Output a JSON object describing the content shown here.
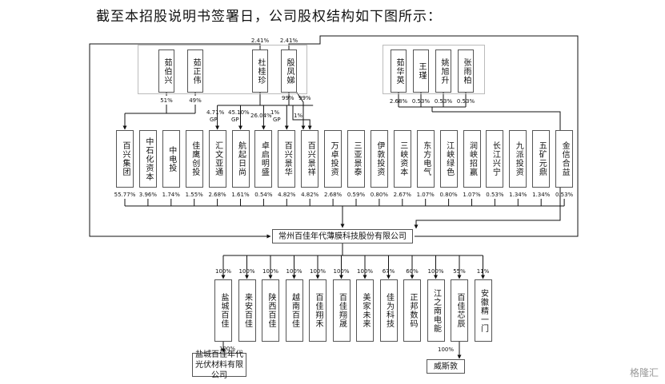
{
  "title": "截至本招股说明书签署日，公司股权结构如下图所示：",
  "watermark": "格隆汇",
  "company": "常州百佳年代薄膜科技股份有限公司",
  "founders": [
    {
      "id": "f1",
      "name": "茹伯兴"
    },
    {
      "id": "f2",
      "name": "茹正伟"
    },
    {
      "id": "f3",
      "name": "杜桂珍"
    },
    {
      "id": "f4",
      "name": "殷凤娣"
    }
  ],
  "founder_pct": {
    "f3": "2.41%",
    "f4": "2.41%"
  },
  "baixing_pct": {
    "f1": "51%",
    "f2": "49%"
  },
  "individuals": [
    {
      "name": "茹华英",
      "pct": "2.68%"
    },
    {
      "name": "王瑾",
      "pct": "0.53%"
    },
    {
      "name": "姚旭升",
      "pct": "0.53%"
    },
    {
      "name": "张雨柏",
      "pct": "0.53%"
    }
  ],
  "control_labels": [
    {
      "id": "c1",
      "text": "4.71%"
    },
    {
      "id": "c1g",
      "text": "GP"
    },
    {
      "id": "c2",
      "text": "45.10%"
    },
    {
      "id": "c2g",
      "text": "GP"
    },
    {
      "id": "c3",
      "text": "26.04%"
    },
    {
      "id": "c4",
      "text": "1%"
    },
    {
      "id": "c4g",
      "text": "GP"
    },
    {
      "id": "c5",
      "text": "1%"
    },
    {
      "id": "c6",
      "text": "99%"
    },
    {
      "id": "c7",
      "text": "99%"
    }
  ],
  "shareholders": [
    {
      "name": "百兴集团",
      "pct": "55.77%"
    },
    {
      "name": "中石化资本",
      "pct": "3.96%"
    },
    {
      "name": "中电投",
      "pct": "1.74%"
    },
    {
      "name": "佳鹰创投",
      "pct": "1.55%"
    },
    {
      "name": "汇文亚通",
      "pct": "2.68%"
    },
    {
      "name": "航起日尚",
      "pct": "1.61%"
    },
    {
      "name": "卓启明盛",
      "pct": "0.54%"
    },
    {
      "name": "百兴景华",
      "pct": "4.82%"
    },
    {
      "name": "百兴景祥",
      "pct": "4.82%"
    },
    {
      "name": "万卓投资",
      "pct": "2.68%"
    },
    {
      "name": "三亚景泰",
      "pct": "0.59%"
    },
    {
      "name": "伊敦投资",
      "pct": "0.80%"
    },
    {
      "name": "三峡资本",
      "pct": "2.67%"
    },
    {
      "name": "东方电气",
      "pct": "1.07%"
    },
    {
      "name": "江峡绿色",
      "pct": "0.80%"
    },
    {
      "name": "润峡招赢",
      "pct": "1.07%"
    },
    {
      "name": "长江兴宁",
      "pct": "0.53%"
    },
    {
      "name": "九派投资",
      "pct": "1.34%"
    },
    {
      "name": "五矿元鼎",
      "pct": "1.34%"
    },
    {
      "name": "金信合益",
      "pct": "0.53%"
    }
  ],
  "subsidiaries": [
    {
      "name": "盐城百佳",
      "pct": "100%"
    },
    {
      "name": "来安百佳",
      "pct": "100%"
    },
    {
      "name": "陕西百佳",
      "pct": "100%"
    },
    {
      "name": "越南百佳",
      "pct": "100%"
    },
    {
      "name": "百佳翔禾",
      "pct": "100%"
    },
    {
      "name": "百佳翔晟",
      "pct": "100%"
    },
    {
      "name": "美家未来",
      "pct": "100%"
    },
    {
      "name": "佳为科技",
      "pct": "67%"
    },
    {
      "name": "正邦数码",
      "pct": "60%"
    },
    {
      "name": "江之南电能",
      "pct": "100%"
    },
    {
      "name": "百佳芯辰",
      "pct": "55%"
    },
    {
      "name": "安徽精一门",
      "pct": "11%"
    }
  ],
  "grand": [
    {
      "id": "g1",
      "name": "盐城百佳年代光伏材料有限公司",
      "pct": "100%"
    },
    {
      "id": "g2",
      "name": "威斯敦",
      "pct": "100%"
    }
  ]
}
